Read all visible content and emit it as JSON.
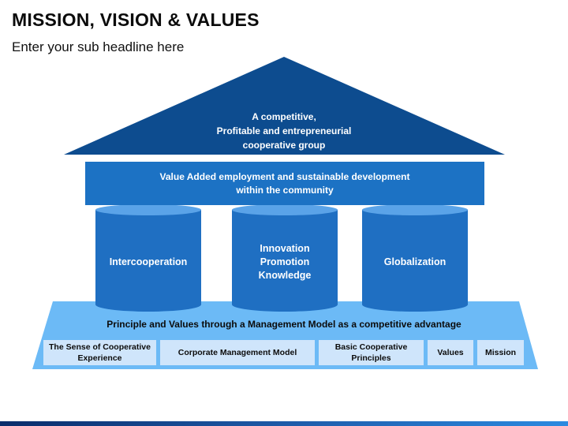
{
  "header": {
    "title": "MISSION, VISION & VALUES",
    "subtitle": "Enter your sub headline here"
  },
  "roof": {
    "text": "A competitive,\nProfitable and entrepreneurial\ncooperative group"
  },
  "beam": {
    "text": "Value Added employment and sustainable development\nwithin the community"
  },
  "pillars": [
    {
      "label": "Intercooperation"
    },
    {
      "label": "Innovation\nPromotion\nKnowledge"
    },
    {
      "label": "Globalization"
    }
  ],
  "base": {
    "title": "Principle and Values through a Management Model as a competitive advantage",
    "items": [
      {
        "label": "The Sense of Cooperative\nExperience"
      },
      {
        "label": "Corporate Management Model"
      },
      {
        "label": "Basic Cooperative\nPrinciples"
      },
      {
        "label": "Values"
      },
      {
        "label": "Mission"
      }
    ]
  },
  "colors": {
    "roof": "#0d4c8f",
    "beam": "#1c72c4",
    "pillar": "#1f6fc2",
    "pillar_top": "#5aa3e8",
    "base": "#6cbaf6",
    "box": "#cfe5fb",
    "footer": "#1a4f99"
  }
}
